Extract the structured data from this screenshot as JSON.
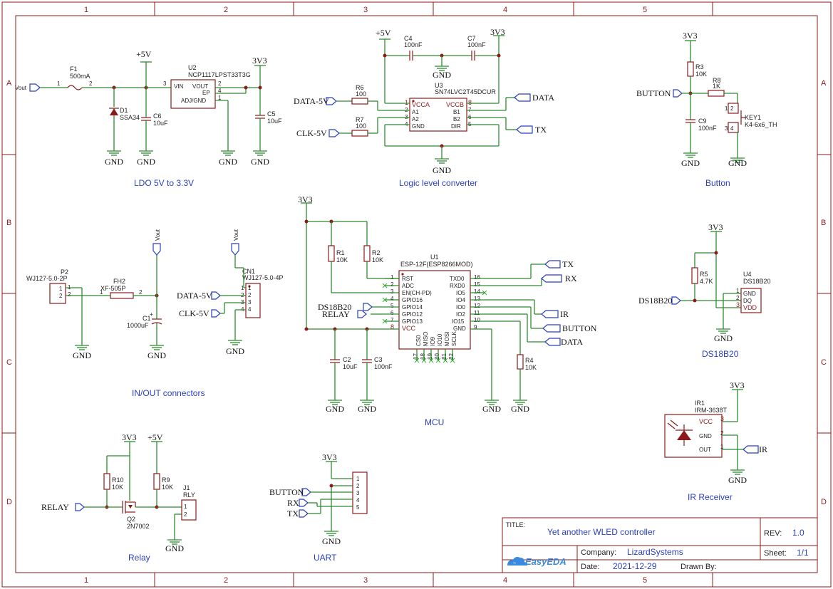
{
  "frame": {
    "columns": [
      "1",
      "2",
      "3",
      "4",
      "5"
    ],
    "rows": [
      "A",
      "B",
      "C",
      "D"
    ]
  },
  "sections": {
    "ldo": "LDO 5V to 3.3V",
    "llc": "Logic level converter",
    "button": "Button",
    "io": "IN/OUT connectors",
    "mcu": "MCU",
    "ds18b20": "DS18B20",
    "relay": "Relay",
    "uart": "UART",
    "ir": "IR Receiver"
  },
  "nets": {
    "p5v": "+5V",
    "p3v3": "3V3",
    "gnd": "GND",
    "vout": "Vout",
    "data5v": "DATA-5V",
    "clk5v": "CLK-5V",
    "data": "DATA",
    "tx": "TX",
    "rx": "RX",
    "ir": "IR",
    "button": "BUTTON",
    "relay": "RELAY",
    "ds18b20": "DS18B20"
  },
  "parts": {
    "f1": {
      "ref": "F1",
      "val": "500mA"
    },
    "d1": {
      "ref": "D1",
      "val": "SSA34"
    },
    "c6": {
      "ref": "C6",
      "val": "10uF"
    },
    "u2": {
      "ref": "U2",
      "val": "NCP1117LPST33T3G",
      "pins": [
        "VIN",
        "VOUT",
        "EP",
        "ADJ/GND"
      ]
    },
    "c5": {
      "ref": "C5",
      "val": "10uF"
    },
    "c4": {
      "ref": "C4",
      "val": "100nF"
    },
    "c7": {
      "ref": "C7",
      "val": "100nF"
    },
    "u3": {
      "ref": "U3",
      "val": "SN74LVC2T45DCUR",
      "left": [
        "VCCA",
        "A1",
        "A2",
        "GND"
      ],
      "right": [
        "VCCB",
        "B1",
        "B2",
        "DIR"
      ]
    },
    "r6": {
      "ref": "R6",
      "val": "100"
    },
    "r7": {
      "ref": "R7",
      "val": "100"
    },
    "r3": {
      "ref": "R3",
      "val": "10K"
    },
    "r8": {
      "ref": "R8",
      "val": "1K"
    },
    "c9": {
      "ref": "C9",
      "val": "100nF"
    },
    "key1": {
      "ref": "KEY1",
      "val": "K4-6x6_TH"
    },
    "p2": {
      "ref": "P2",
      "val": "WJ127-5.0-2P"
    },
    "fh2": {
      "ref": "FH2",
      "val": "XF-505P"
    },
    "c1": {
      "ref": "C1",
      "val": "1000uF"
    },
    "cn1": {
      "ref": "CN1",
      "val": "WJ127-5.0-4P"
    },
    "r1": {
      "ref": "R1",
      "val": "10K"
    },
    "r2": {
      "ref": "R2",
      "val": "10K"
    },
    "u1": {
      "ref": "U1",
      "val": "ESP-12F(ESP8266MOD)",
      "left": [
        "RST",
        "ADC",
        "EN(CH-PD)",
        "GPIO16",
        "GPIO14",
        "GPIO12",
        "GPIO13",
        "VCC"
      ],
      "right": [
        "TXD0",
        "RXD0",
        "IO5",
        "IO4",
        "IO0",
        "IO2",
        "IO15",
        "GND"
      ],
      "bottom": [
        "CS0",
        "MISO",
        "IO9",
        "IO10",
        "MOSI",
        "SCLK"
      ]
    },
    "c2": {
      "ref": "C2",
      "val": "10uF"
    },
    "c3": {
      "ref": "C3",
      "val": "100nF"
    },
    "r4": {
      "ref": "R4",
      "val": "10K"
    },
    "r5": {
      "ref": "R5",
      "val": "4.7K"
    },
    "u4": {
      "ref": "U4",
      "val": "DS18B20",
      "pins": [
        "GND",
        "DQ",
        "VDD"
      ]
    },
    "ir1": {
      "ref": "IR1",
      "val": "IRM-3638T",
      "pins": [
        "VCC",
        "GND",
        "OUT"
      ]
    },
    "r10": {
      "ref": "R10",
      "val": "10K"
    },
    "r9": {
      "ref": "R9",
      "val": "10K"
    },
    "q2": {
      "ref": "Q2",
      "val": "2N7002"
    },
    "j1": {
      "ref": "J1",
      "val": "RLY"
    }
  },
  "title_block": {
    "title_label": "TITLE:",
    "title": "Yet another WLED controller",
    "rev_label": "REV:",
    "rev": "1.0",
    "company_label": "Company:",
    "company": "LizardSystems",
    "sheet_label": "Sheet:",
    "sheet": "1/1",
    "date_label": "Date:",
    "date": "2021-12-29",
    "drawn_label": "Drawn By:",
    "logo": "EasyEDA"
  }
}
